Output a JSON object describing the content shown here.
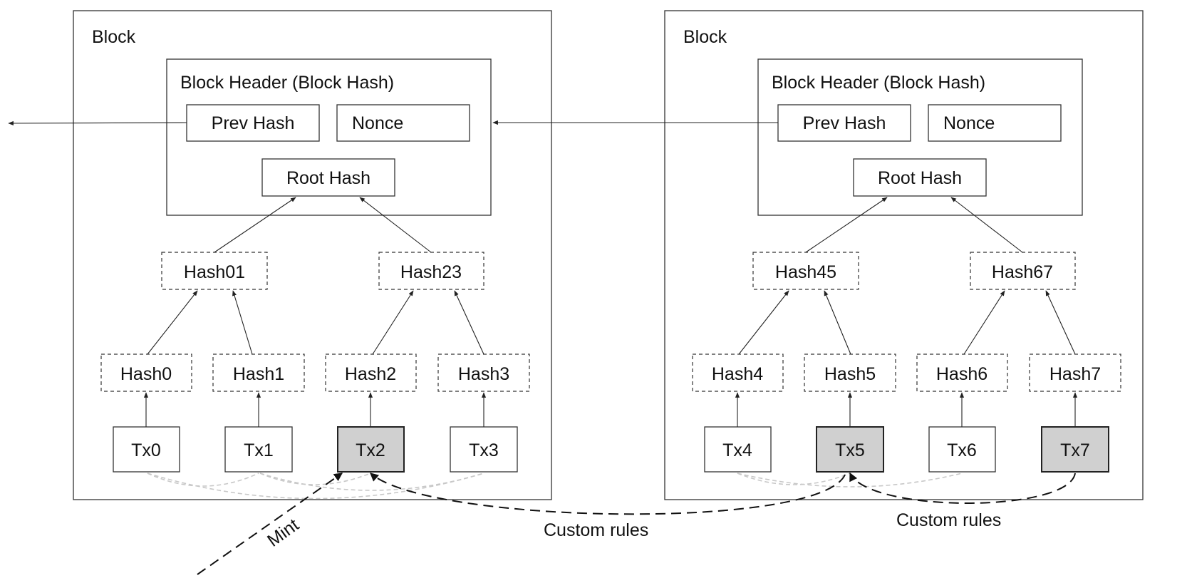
{
  "blocks": [
    {
      "label": "Block",
      "header": {
        "label": "Block Header (Block Hash)",
        "prev_hash": "Prev Hash",
        "nonce": "Nonce",
        "root_hash": "Root Hash"
      },
      "inner_hashes": [
        "Hash01",
        "Hash23"
      ],
      "leaf_hashes": [
        "Hash0",
        "Hash1",
        "Hash2",
        "Hash3"
      ],
      "transactions": [
        {
          "label": "Tx0",
          "highlighted": false
        },
        {
          "label": "Tx1",
          "highlighted": false
        },
        {
          "label": "Tx2",
          "highlighted": true
        },
        {
          "label": "Tx3",
          "highlighted": false
        }
      ]
    },
    {
      "label": "Block",
      "header": {
        "label": "Block Header (Block Hash)",
        "prev_hash": "Prev Hash",
        "nonce": "Nonce",
        "root_hash": "Root Hash"
      },
      "inner_hashes": [
        "Hash45",
        "Hash67"
      ],
      "leaf_hashes": [
        "Hash4",
        "Hash5",
        "Hash6",
        "Hash7"
      ],
      "transactions": [
        {
          "label": "Tx4",
          "highlighted": false
        },
        {
          "label": "Tx5",
          "highlighted": true
        },
        {
          "label": "Tx6",
          "highlighted": false
        },
        {
          "label": "Tx7",
          "highlighted": true
        }
      ]
    }
  ],
  "annotations": {
    "mint": "Mint",
    "custom_rules_1": "Custom rules",
    "custom_rules_2": "Custom rules"
  },
  "colors": {
    "highlight_fill": "#d0d0d0",
    "stroke": "#333333",
    "faint_link": "#c8c8c8"
  }
}
